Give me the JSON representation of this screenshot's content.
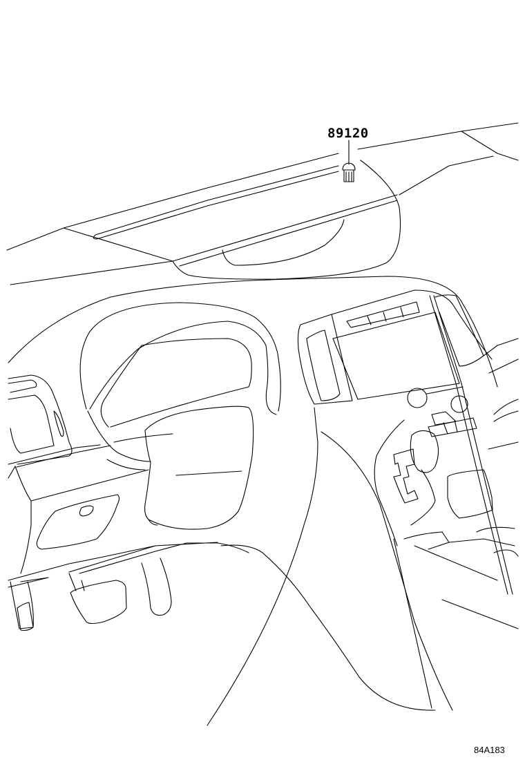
{
  "diagram": {
    "type": "parts-catalog-illustration",
    "subject": "vehicle instrument panel / dashboard interior view",
    "callouts": [
      {
        "part_number": "89120",
        "target": "dashboard-top-sensor"
      }
    ],
    "figure_code": "84A183",
    "line_color": "#000000",
    "background_color": "#ffffff"
  }
}
